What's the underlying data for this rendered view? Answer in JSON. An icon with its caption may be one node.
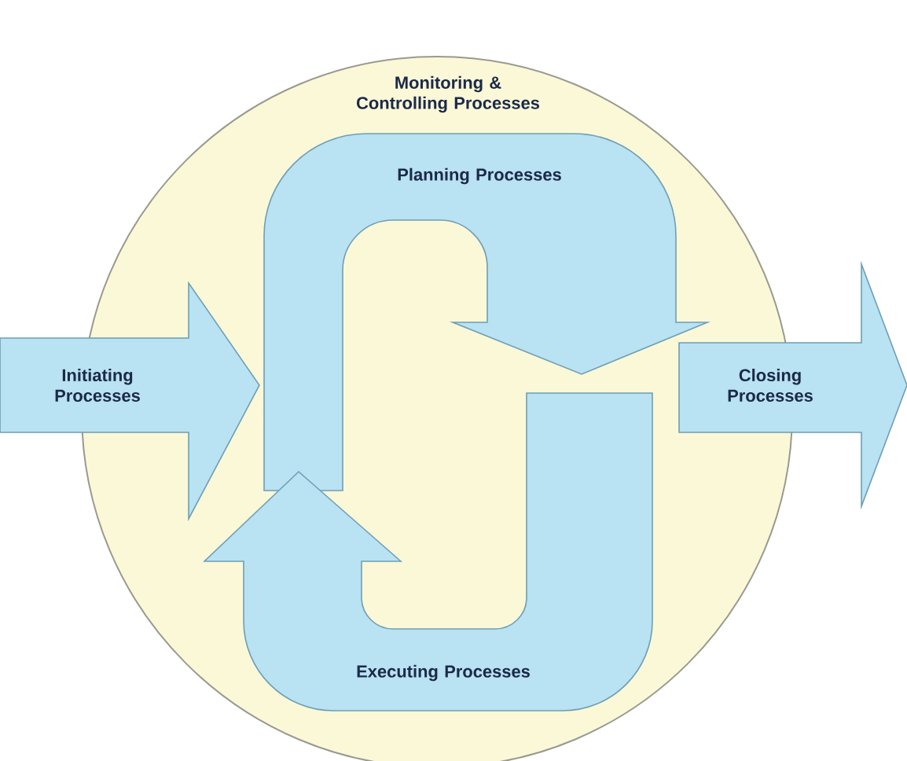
{
  "diagram": {
    "nodes": [
      {
        "text": [
          "Monitoring & Controlling Processes"
        ]
      },
      {
        "text": [
          "Initiating Processes"
        ]
      },
      {
        "text": [
          "Planning Processes"
        ],
        "in": 0
      },
      {
        "text": [
          "Executing Processes"
        ],
        "in": 0
      },
      {
        "text": [
          "Closing Processes"
        ]
      }
    ]
  }
}
